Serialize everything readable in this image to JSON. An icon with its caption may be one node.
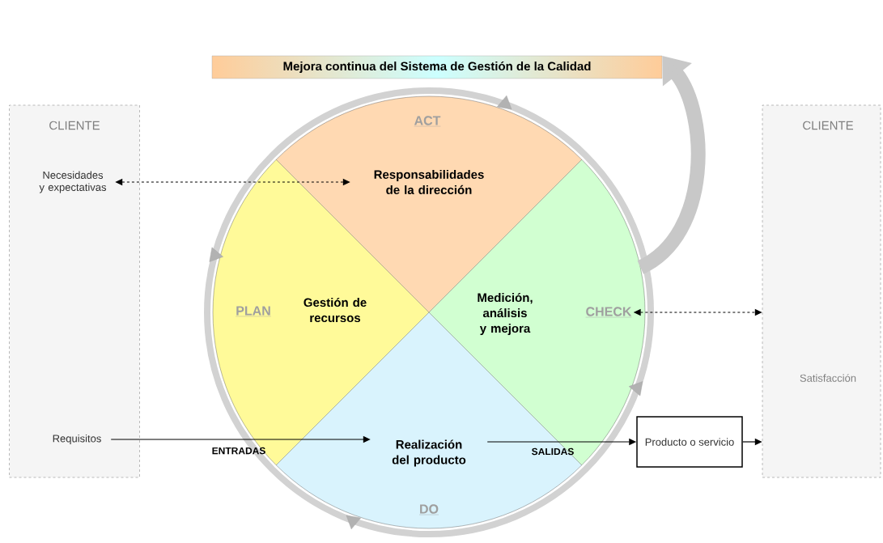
{
  "diagram": {
    "nodes": [
      {
        "text": [
          "Mejora continua del Sistema de Gestión de la Calidad"
        ]
      },
      {
        "text": [
          "CLIENTE"
        ]
      },
      {
        "text": [
          "Necesidades y expectativas"
        ],
        "in": 1
      },
      {
        "text": [
          "Requisitos"
        ],
        "in": 1
      },
      {
        "text": [],
        "shape": "circle"
      },
      {
        "text": [
          "ACT"
        ],
        "in": 4
      },
      {
        "text": [
          "Responsabilidades de la dirección"
        ],
        "in": 4
      },
      {
        "text": [
          "PLAN"
        ],
        "in": 4
      },
      {
        "text": [
          "Gestión de recursos"
        ],
        "in": 4
      },
      {
        "text": [
          "Medición, análisis y mejora"
        ],
        "in": 4
      },
      {
        "text": [
          "CHECK"
        ],
        "in": 4
      },
      {
        "text": [
          "Realización del producto"
        ],
        "in": 4
      },
      {
        "text": [
          "DO"
        ],
        "in": 4
      },
      {
        "text": [
          "Producto o servicio"
        ]
      },
      {
        "text": [
          "CLIENTE",
          "Satisfacción"
        ]
      }
    ],
    "edges": [
      {
        "from": 2,
        "to": 6,
        "arrow": "both",
        "style": "dashed"
      },
      {
        "from": 10,
        "to": 14,
        "arrow": "both",
        "style": "dashed"
      },
      {
        "from": 3,
        "to": 11,
        "arrow": "to",
        "label": "ENTRADAS"
      },
      {
        "from": 11,
        "to": 13,
        "arrow": "to",
        "label": "SALIDAS"
      },
      {
        "from": 13,
        "to": 14,
        "arrow": "to"
      },
      {
        "from": 4,
        "to": 0,
        "arrow": "to",
        "style": "thick",
        "color": "#c8c8c8"
      }
    ]
  }
}
